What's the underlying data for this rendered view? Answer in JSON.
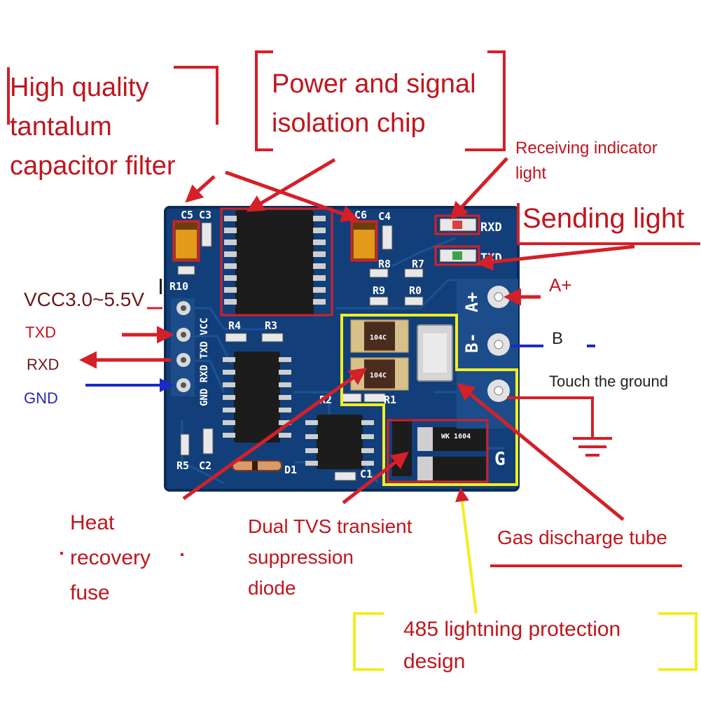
{
  "colors": {
    "annotation_red": "#d42028",
    "annotation_yellow": "#f2ee21",
    "pin_arrow_blue": "#1a2ac8",
    "pcb_blue": "#123f7a",
    "label_text": "#c0161e"
  },
  "callouts": {
    "tantalum": "High quality\ntantalum\ncapacitor filter",
    "isolation": "Power and signal\nisolation chip",
    "receiving": "Receiving indicator\nlight",
    "sending": "Sending light",
    "fuse": "Heat\nrecovery\nfuse",
    "tvs": "Dual TVS transient\nsuppression\ndiode",
    "gas_tube": "Gas discharge tube",
    "lightning": "485 lightning protection\ndesign"
  },
  "pins": {
    "vcc": "VCC3.0~5.5V",
    "txd": "TXD",
    "rxd": "RXD",
    "gnd": "GND"
  },
  "terminals": {
    "a_plus": "A+",
    "b": "B",
    "ground": "Touch the ground"
  },
  "silkscreen": {
    "c5": "C5",
    "c3": "C3",
    "c6": "C6",
    "c4": "C4",
    "r8": "R8",
    "r7": "R7",
    "r9": "R9",
    "r0": "R0",
    "r10": "R10",
    "r4": "R4",
    "r3": "R3",
    "r2": "R2",
    "r1": "R1",
    "r5": "R5",
    "c2": "C2",
    "c1": "C1",
    "d1": "D1",
    "led_rxd": "RXD",
    "led_txd": "TXD",
    "header": "GND RXD TXD VCC",
    "a_plus": "A+",
    "b_minus": "B-",
    "g": "G",
    "tvs_mark": "WK\n1604",
    "cap_mark": "104C"
  }
}
